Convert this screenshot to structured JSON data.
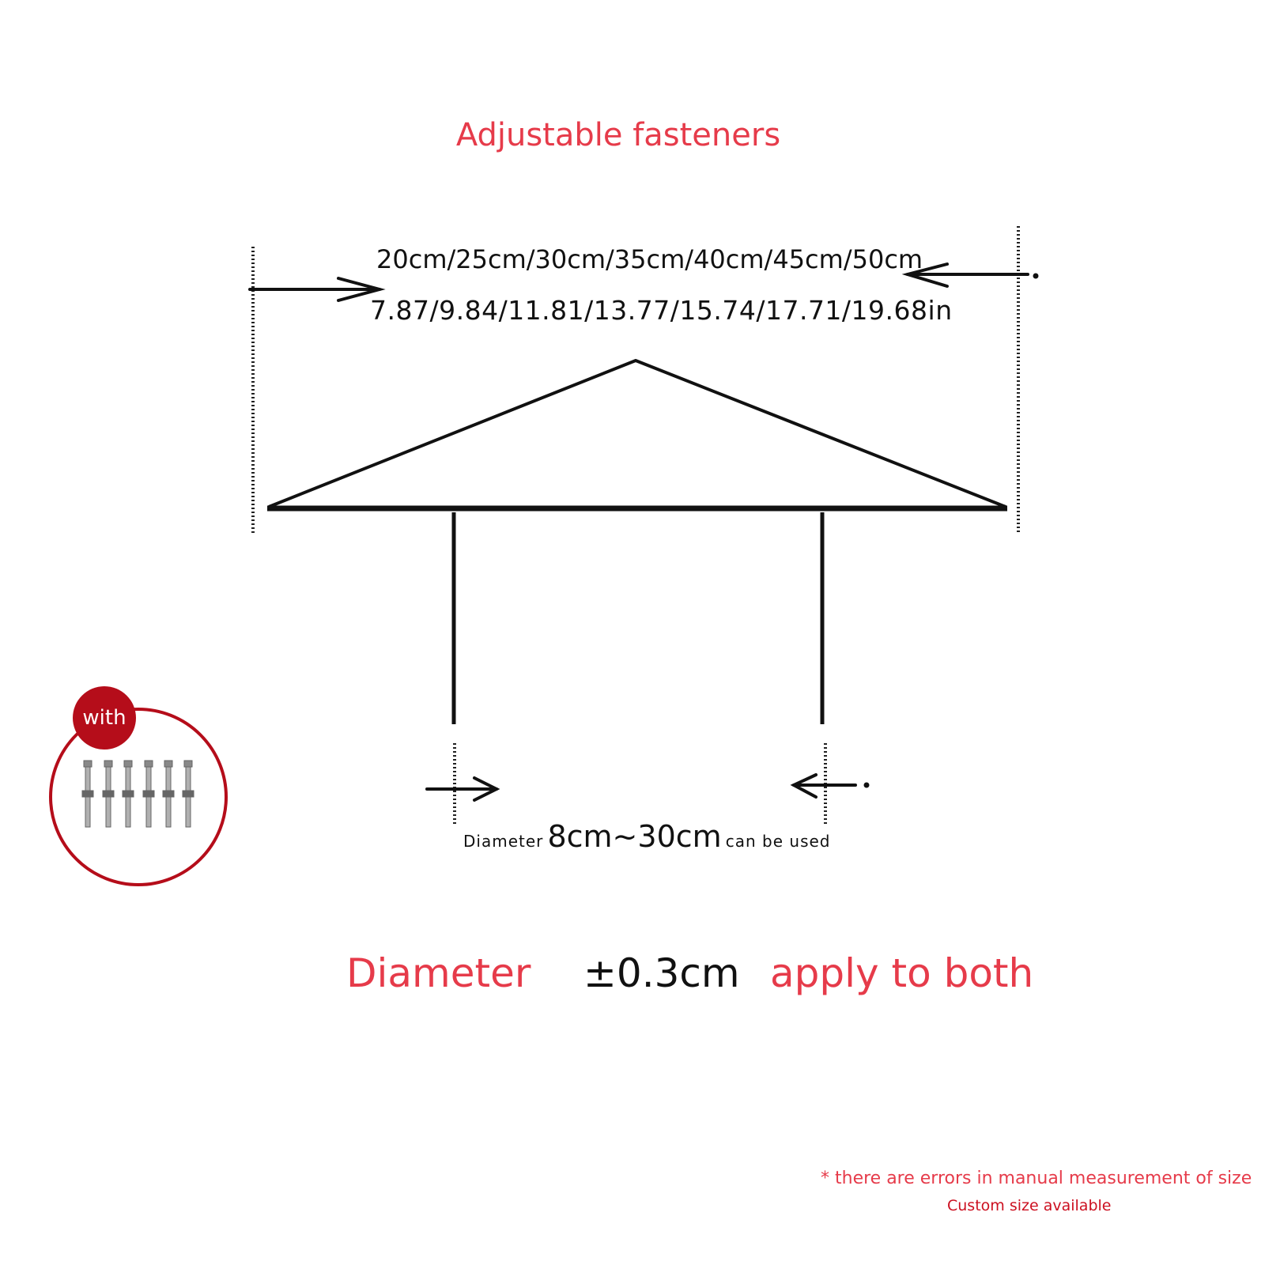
{
  "title": "Adjustable fasteners",
  "width_dimension": {
    "cm": "20cm/25cm/30cm/35cm/40cm/45cm/50cm",
    "inch": "7.87/9.84/11.81/13.77/15.74/17.71/19.68in"
  },
  "diameter_range": {
    "prefix": "Diameter",
    "value": "8cm~30cm",
    "suffix": "can be used"
  },
  "tolerance": {
    "label": "Diameter",
    "value": "±0.3cm",
    "scope": "apply to both"
  },
  "accessory_badge": "with",
  "footnote": "* there are errors in manual measurement of size",
  "custom_note": "Custom size available",
  "colors": {
    "accent_red": "#e63b4a",
    "badge_red": "#b50d1a",
    "line": "#111111"
  },
  "icons": {
    "accessory": "bolt-set-icon"
  }
}
